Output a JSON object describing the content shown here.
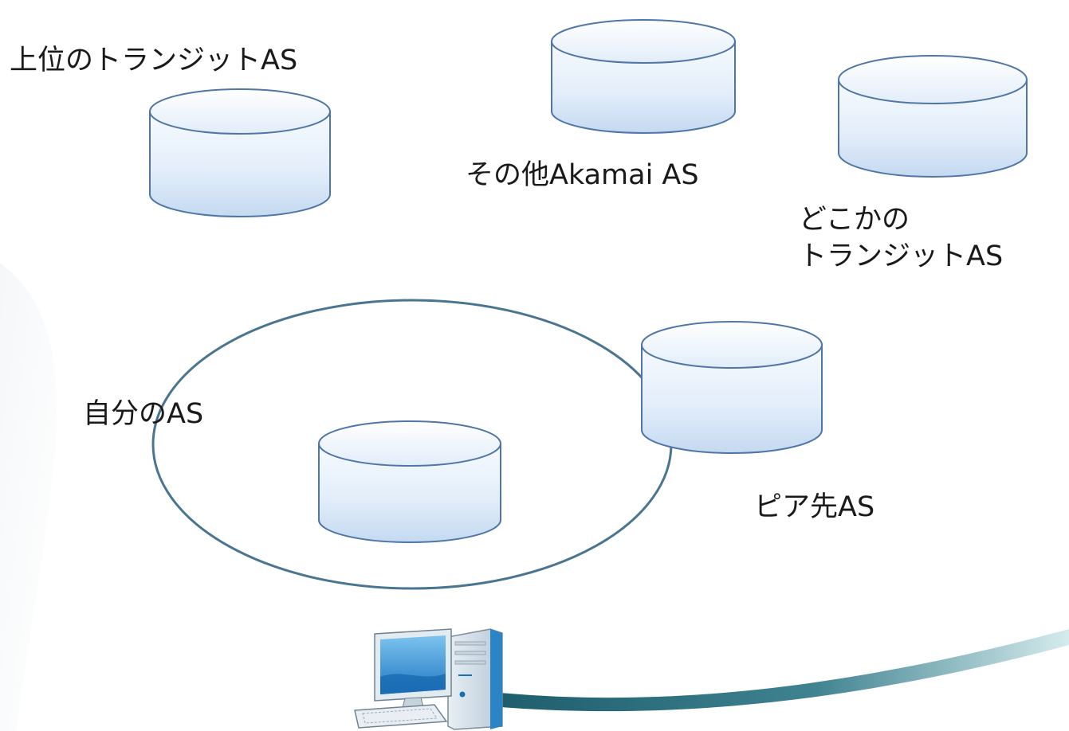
{
  "labels": {
    "upper_transit": "上位のトランジットAS",
    "other_akamai": "その他Akamai AS",
    "some_transit_line1": "どこかの",
    "some_transit_line2": "トランジットAS",
    "own_as": "自分のAS",
    "peer_as": "ピア先AS"
  },
  "icons": {
    "as_node": "database-cylinder-icon",
    "client": "desktop-computer-icon"
  },
  "colors": {
    "cylinder_top": "#eef5fd",
    "cylinder_body_light": "#f4f9fe",
    "cylinder_body_dark": "#c8dcf1",
    "cylinder_stroke": "#4f76a6",
    "boundary_stroke": "#4a7590",
    "swoosh_dark": "#2d6a78",
    "swoosh_light": "#c9e3e6"
  }
}
